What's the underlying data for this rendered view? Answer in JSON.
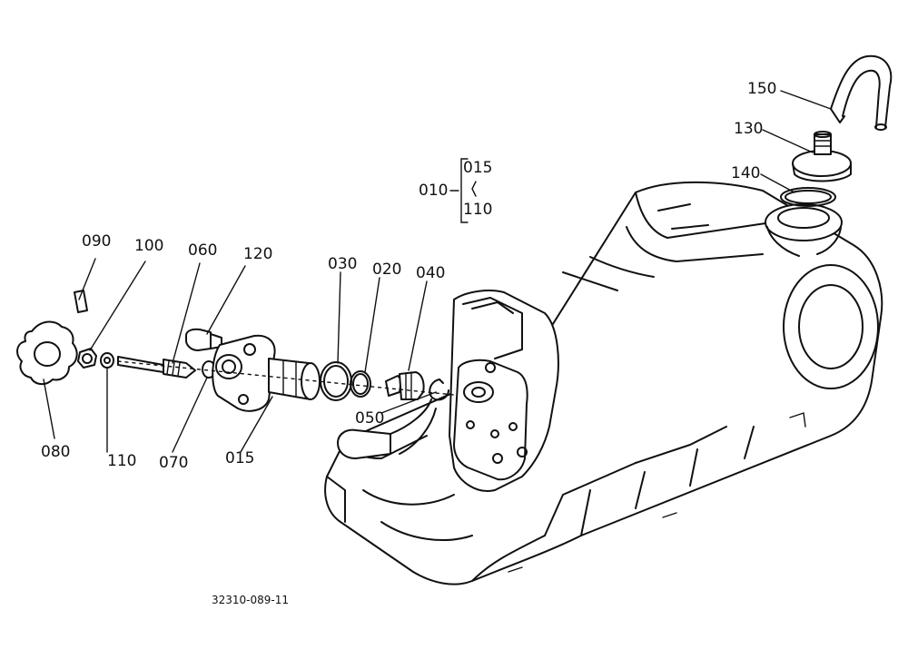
{
  "callouts": {
    "c150": "150",
    "c130": "130",
    "c140": "140",
    "c010": "010",
    "c015_group": "015",
    "c110_group": "110",
    "c030": "030",
    "c020": "020",
    "c040": "040",
    "c050": "050",
    "c090": "090",
    "c100": "100",
    "c060": "060",
    "c120": "120",
    "c080": "080",
    "c110": "110",
    "c070": "070",
    "c015": "015"
  },
  "drawing_code": "32310-089-11"
}
